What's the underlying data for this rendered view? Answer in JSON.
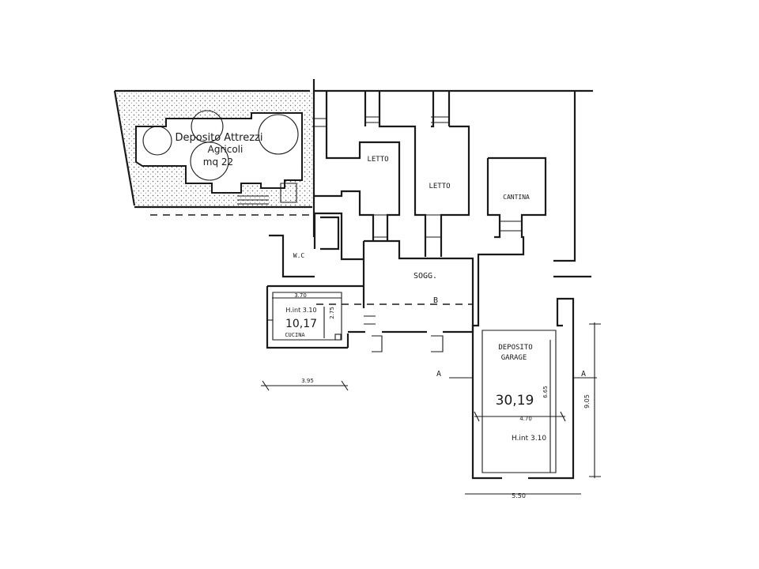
{
  "annex": {
    "title_line1": "Deposito Attrezzi",
    "title_line2": "Agricoli",
    "area": "mq 22"
  },
  "rooms": {
    "letto_1": "LETTO",
    "letto_2": "LETTO",
    "cantina": "CANTINA",
    "wc": "W.C",
    "soggiorno": "SOGG.",
    "cucina": "CUCINA",
    "deposito": "DEPOSITO",
    "garage": "GARAGE"
  },
  "kitchen": {
    "width_dim": "3.70",
    "depth_dim": "2.75",
    "height_note": "H.int 3.10",
    "area": "10,17"
  },
  "garage": {
    "width_dim": "4.70",
    "depth_dim": "6.65",
    "height_note": "H.int 3.10",
    "area": "30,19"
  },
  "dims": {
    "kitchen_outer": "3.95",
    "garage_outer": "5.50",
    "right_side": "9.05"
  },
  "section": {
    "left": "A",
    "right": "A",
    "mid": "B"
  }
}
